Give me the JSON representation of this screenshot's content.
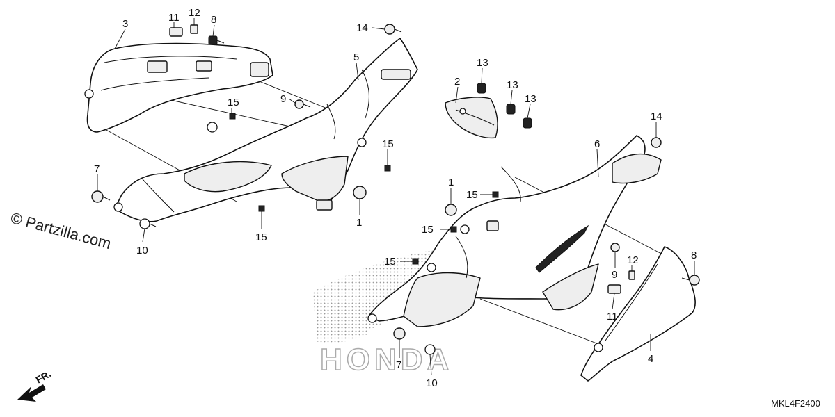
{
  "diagram": {
    "watermark": "© Partzilla.com",
    "diagram_code": "MKL4F2400",
    "direction_label": "FR.",
    "brand_watermark": "HONDA",
    "callouts": [
      {
        "id": "c3",
        "text": "3"
      },
      {
        "id": "c11a",
        "text": "11"
      },
      {
        "id": "c12a",
        "text": "12"
      },
      {
        "id": "c8a",
        "text": "8"
      },
      {
        "id": "c14a",
        "text": "14"
      },
      {
        "id": "c5",
        "text": "5"
      },
      {
        "id": "c9a",
        "text": "9"
      },
      {
        "id": "c15a",
        "text": "15"
      },
      {
        "id": "c15b",
        "text": "15"
      },
      {
        "id": "c7a",
        "text": "7"
      },
      {
        "id": "c10a",
        "text": "10"
      },
      {
        "id": "c15c",
        "text": "15"
      },
      {
        "id": "c1a",
        "text": "1"
      },
      {
        "id": "c13a",
        "text": "13"
      },
      {
        "id": "c2",
        "text": "2"
      },
      {
        "id": "c13b",
        "text": "13"
      },
      {
        "id": "c13c",
        "text": "13"
      },
      {
        "id": "c14b",
        "text": "14"
      },
      {
        "id": "c6",
        "text": "6"
      },
      {
        "id": "c1b",
        "text": "1"
      },
      {
        "id": "c15d",
        "text": "15"
      },
      {
        "id": "c15e",
        "text": "15"
      },
      {
        "id": "c15f",
        "text": "15"
      },
      {
        "id": "c9b",
        "text": "9"
      },
      {
        "id": "c12b",
        "text": "12"
      },
      {
        "id": "c8b",
        "text": "8"
      },
      {
        "id": "c11b",
        "text": "11"
      },
      {
        "id": "c4",
        "text": "4"
      },
      {
        "id": "c7b",
        "text": "7"
      },
      {
        "id": "c10b",
        "text": "10"
      }
    ]
  }
}
